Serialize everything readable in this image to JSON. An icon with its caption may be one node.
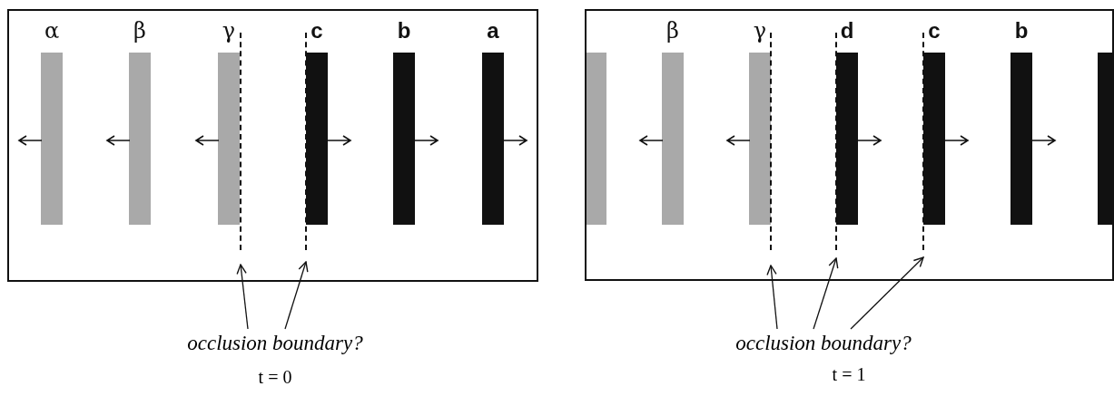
{
  "diagram": {
    "nodes": [
      {
        "text": [],
        "shape": "box"
      },
      {
        "text": [
          "α"
        ],
        "in": 0
      },
      {
        "text": [
          "β"
        ],
        "in": 0
      },
      {
        "text": [
          "γ"
        ],
        "in": 0
      },
      {
        "text": [
          "c"
        ],
        "in": 0
      },
      {
        "text": [
          "b"
        ],
        "in": 0
      },
      {
        "text": [
          "a"
        ],
        "in": 0
      },
      {
        "text": [],
        "shape": "line",
        "in": 0
      },
      {
        "text": [],
        "shape": "line",
        "in": 0
      },
      {
        "text": [
          "occlusion boundary?"
        ]
      },
      {
        "text": [],
        "shape": "box"
      },
      {
        "text": [],
        "shape": "bar",
        "in": 10
      },
      {
        "text": [
          "β"
        ],
        "in": 10
      },
      {
        "text": [
          "γ"
        ],
        "in": 10
      },
      {
        "text": [
          "d"
        ],
        "in": 10
      },
      {
        "text": [
          "c"
        ],
        "in": 10
      },
      {
        "text": [
          "b"
        ],
        "in": 10
      },
      {
        "text": [],
        "shape": "bar",
        "in": 10
      },
      {
        "text": [],
        "shape": "line",
        "in": 10
      },
      {
        "text": [],
        "shape": "line",
        "in": 10
      },
      {
        "text": [],
        "shape": "line",
        "in": 10
      },
      {
        "text": [
          "occlusion boundary?"
        ]
      }
    ],
    "edges": [
      {
        "from": 9,
        "to": 7,
        "arrow": "to"
      },
      {
        "from": 9,
        "to": 8,
        "arrow": "to"
      },
      {
        "from": 21,
        "to": 18,
        "arrow": "to"
      },
      {
        "from": 21,
        "to": 19,
        "arrow": "to"
      },
      {
        "from": 21,
        "to": 20,
        "arrow": "to"
      }
    ],
    "labels": [
      "t = 0",
      "t = 1"
    ]
  }
}
